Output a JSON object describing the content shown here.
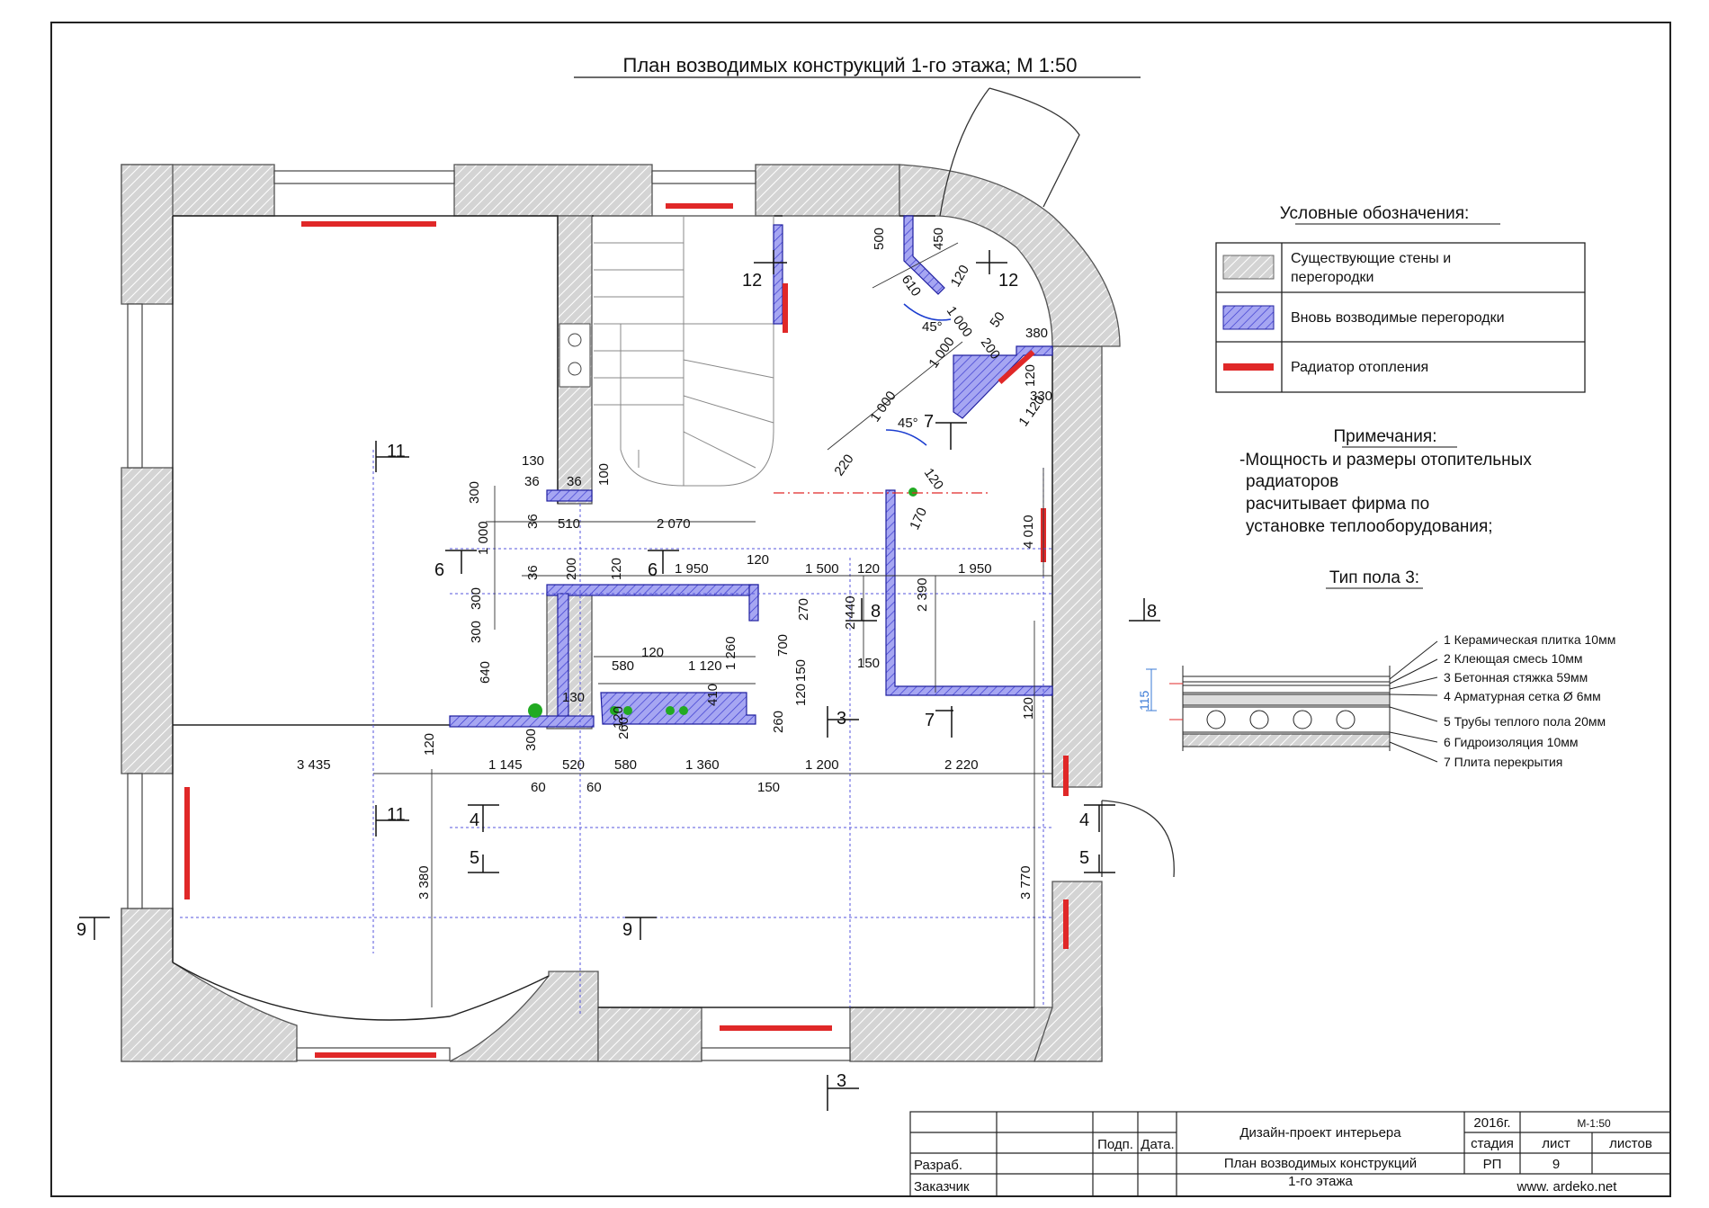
{
  "drawing": {
    "title": "План возводимых конструкций 1-го этажа; М 1:50",
    "legend": {
      "title": "Условные обозначения:",
      "items": [
        {
          "label_line1": "Существующие стены и",
          "label_line2": "перегородки",
          "swatch": "hatch-grey"
        },
        {
          "label_line1": "Вновь возводимые перегородки",
          "label_line2": "",
          "swatch": "hatch-blue"
        },
        {
          "label_line1": "Радиатор отопления",
          "label_line2": "",
          "swatch": "radiator-red"
        }
      ]
    },
    "notes": {
      "title": "Примечания:",
      "lines": [
        "-Мощность и размеры отопительных",
        "радиаторов",
        "расчитывает фирма по",
        "установке теплооборудования;"
      ]
    },
    "floor_type": {
      "title": "Тип пола 3:",
      "thickness": "115",
      "layers": [
        "1  Керамическая плитка    10мм",
        "2  Клеющая смесь    10мм",
        "3  Бетонная стяжка   59мм",
        "4 Арматурная сетка Ø 6мм",
        "5 Трубы теплого пола 20мм",
        "6 Гидроизоляция 10мм",
        "7 Плита перекрытия"
      ]
    },
    "sections": [
      "11",
      "12",
      "6",
      "8",
      "7",
      "3",
      "4",
      "5",
      "9"
    ],
    "dimensions": {
      "row_top": [
        "130",
        "36",
        "36",
        "100",
        "36",
        "510",
        "2 070",
        "300",
        "1 000"
      ],
      "row_mid": [
        "36",
        "200",
        "120",
        "1 950",
        "120",
        "1 500",
        "120",
        "1 950",
        "2 440",
        "2 390",
        "270",
        "700",
        "150",
        "120",
        "260",
        "580",
        "120",
        "1 120",
        "1 260",
        "410",
        "640",
        "300",
        "300",
        "130",
        "260",
        "300"
      ],
      "row_bottom": [
        "3 435",
        "1 145",
        "520",
        "580",
        "1 360",
        "1 200",
        "2 220",
        "120",
        "60",
        "60",
        "150",
        "3 380",
        "3 770",
        "4 010",
        "120",
        "120",
        "150"
      ],
      "diagonal": [
        "500",
        "450",
        "610",
        "120",
        "45°",
        "1 000",
        "50",
        "380",
        "200",
        "1 000",
        "120",
        "330",
        "1 000",
        "45°",
        "1 120",
        "220",
        "120",
        "170"
      ]
    }
  },
  "title_block": {
    "project": "Дизайн-проект интерьера",
    "sheet_name_line1": "План возводимых конструкций",
    "sheet_name_line2": "1-го этажа",
    "year": "2016г.",
    "scale": "М-1:50",
    "col_stage": "стадия",
    "col_sheet": "лист",
    "col_sheets": "листов",
    "stage": "РП",
    "sheet_no": "9",
    "sign_label": "Подп.",
    "date_label": "Дата.",
    "developer_label": "Разраб.",
    "customer_label": "Заказчик",
    "website": "www. ardeko.net"
  },
  "colors": {
    "existing_wall": "#c8c8c8",
    "new_partition": "#9c9cf0",
    "radiator": "#e02828",
    "dimension_line": "#4a4af0",
    "pipe": "#22aa22"
  }
}
